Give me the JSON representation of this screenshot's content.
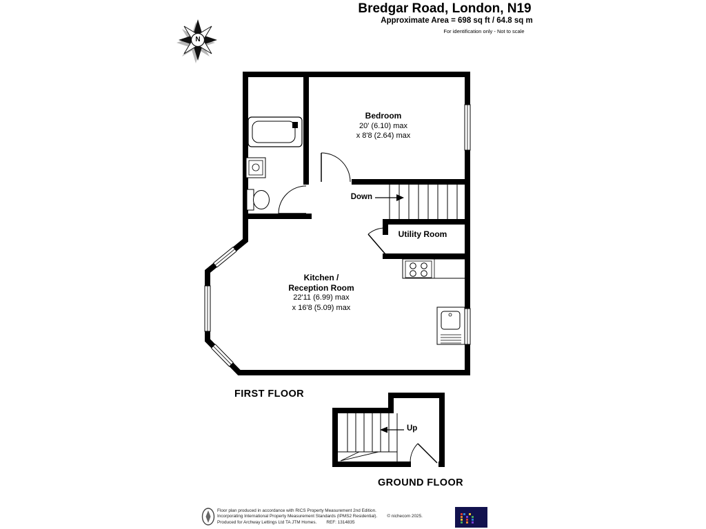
{
  "header": {
    "title": "Bredgar Road, London, N19",
    "area": "Approximate Area = 698 sq ft / 64.8 sq m",
    "disclaimer": "For identification only - Not to scale"
  },
  "compass": {
    "label": "N"
  },
  "first_floor": {
    "floor_label": "FIRST FLOOR",
    "bedroom": {
      "name": "Bedroom",
      "dim1": "20' (6.10) max",
      "dim2": "x 8'8 (2.64) max"
    },
    "kitchen": {
      "name_line1": "Kitchen /",
      "name_line2": "Reception Room",
      "dim1": "22'11 (6.99) max",
      "dim2": "x 16'8 (5.09) max"
    },
    "utility": {
      "name": "Utility Room"
    },
    "stair_label": "Down"
  },
  "ground_floor": {
    "floor_label": "GROUND FLOOR",
    "stair_label": "Up"
  },
  "footer": {
    "line1": "Floor plan produced in accordance with RICS Property Measurement 2nd Edition.",
    "line2": "Incorporating International Property Measurement Standards (IPMS2 Residential).",
    "copyright": "© nichecom 2025.",
    "line3": "Produced for Archway Lettings Ltd TA JTM Homes.",
    "ref": "REF:  1314835"
  },
  "theme": {
    "background": "#ffffff",
    "wall": "#000000",
    "logo_bg": "#12124e",
    "logo_colors": [
      "#d63a2f",
      "#e8852c",
      "#f2c12e",
      "#46a85c",
      "#2f7fd6",
      "#7a3fd6"
    ]
  }
}
